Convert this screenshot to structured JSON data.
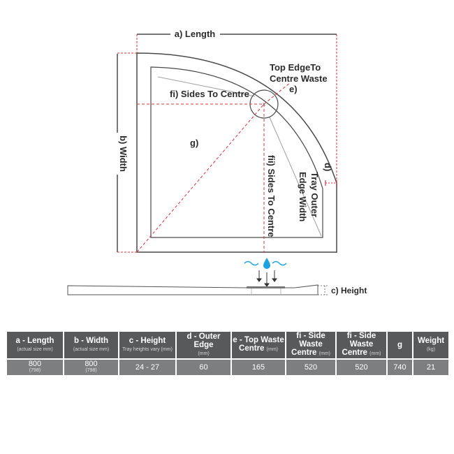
{
  "diagram": {
    "labels": {
      "length": "a) Length",
      "width": "b) Width",
      "height": "c) Height",
      "outer_edge_letter": "d)",
      "outer_edge_line1": "Tray Outer",
      "outer_edge_line2": "Edge Width",
      "top_edge_line1": "Top EdgeTo",
      "top_edge_line2": "Centre Waste",
      "top_edge_letter": "e)",
      "sides_to_centre_h": "fi) Sides To Centre",
      "sides_to_centre_v": "fii) Sides To Centre",
      "diagonal": "g)"
    },
    "colors": {
      "outline": "#4a4a4a",
      "dimension_red": "#d9303e",
      "water_blue": "#1aa3e0"
    }
  },
  "table": {
    "headers": [
      {
        "title": "a - Length",
        "sub": "(actual size mm)"
      },
      {
        "title": "b - Width",
        "sub": "(actual size mm)"
      },
      {
        "title": "c - Height",
        "sub": "Tray heights vary (mm)"
      },
      {
        "title": "d - Outer Edge",
        "sub": "(mm)"
      },
      {
        "title": "e - Top Waste",
        "title2": "Centre",
        "sub": "(mm)"
      },
      {
        "title": "fi - Side Waste",
        "title2": "Centre",
        "sub": "(mm)"
      },
      {
        "title": "fi - Side Waste",
        "title2": "Centre",
        "sub": "(mm)"
      },
      {
        "title": "g",
        "sub": ""
      },
      {
        "title": "Weight",
        "sub": "(kg)"
      }
    ],
    "row": [
      {
        "value": "800",
        "sub": "(798)"
      },
      {
        "value": "800",
        "sub": "(798)"
      },
      {
        "value": "24 - 27",
        "sub": ""
      },
      {
        "value": "60",
        "sub": ""
      },
      {
        "value": "165",
        "sub": ""
      },
      {
        "value": "520",
        "sub": ""
      },
      {
        "value": "520",
        "sub": ""
      },
      {
        "value": "740",
        "sub": ""
      },
      {
        "value": "21",
        "sub": ""
      }
    ]
  }
}
